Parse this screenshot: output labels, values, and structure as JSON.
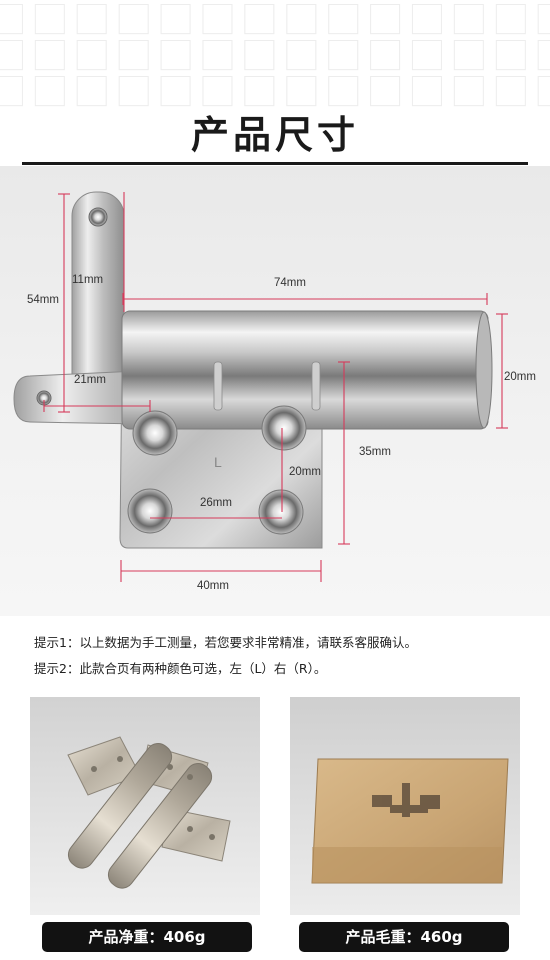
{
  "header": {
    "title": "产品尺寸"
  },
  "dimensions": {
    "d74": "74mm",
    "d11": "11mm",
    "d54": "54mm",
    "d21": "21mm",
    "d20_tube": "20mm",
    "d35": "35mm",
    "d20_holes": "20mm",
    "d26": "26mm",
    "d40": "40mm",
    "plate_mark": "L"
  },
  "notes": [
    "提示1：以上数据为手工测量，若您要求非常精准，请联系客服确认。",
    "提示2：此款合页有两种颜色可选，左（L）右（R）。"
  ],
  "weights": {
    "net": "产品净重：406g",
    "gross": "产品毛重：460g"
  },
  "colors": {
    "accent_dim_line": "#d63a5a",
    "pill_bg": "#121212"
  }
}
